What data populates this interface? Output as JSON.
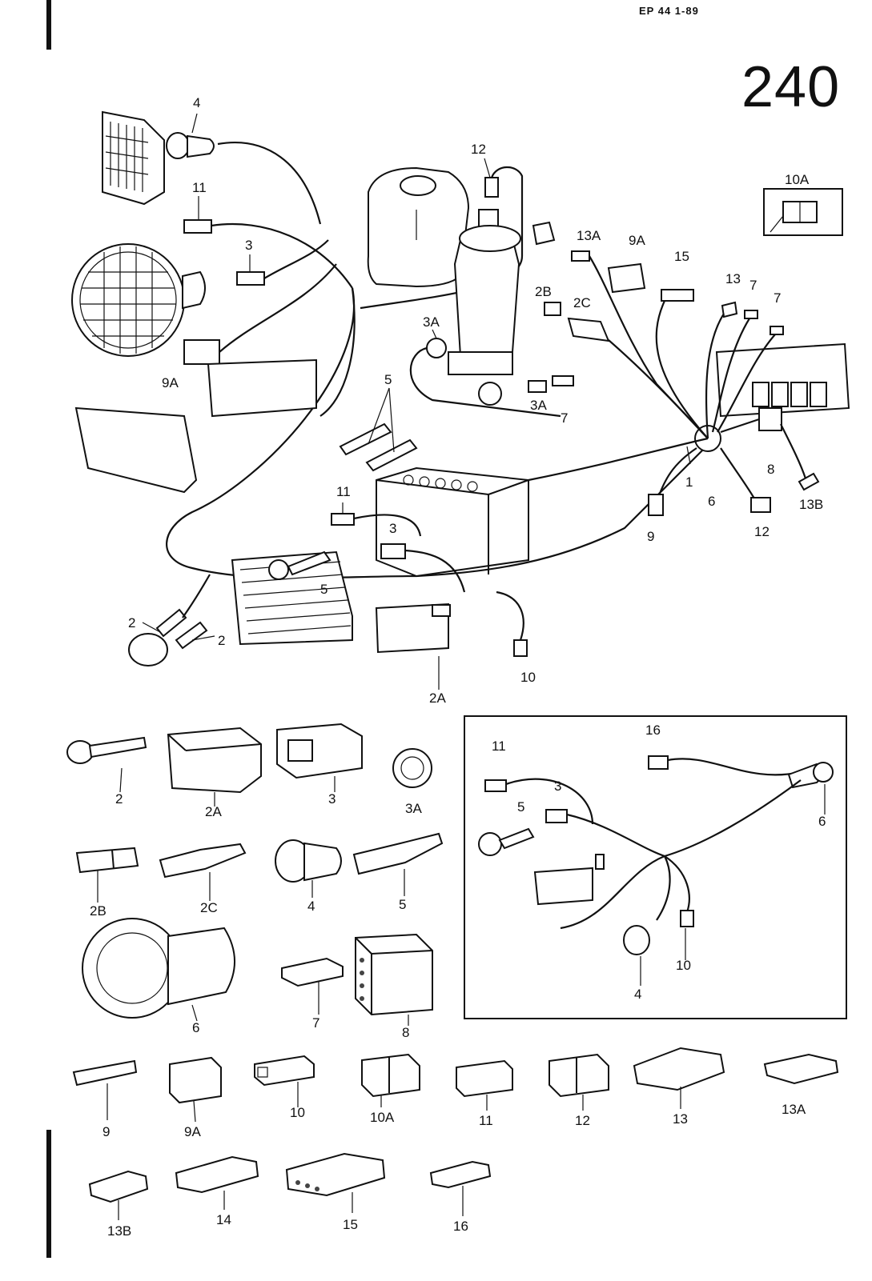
{
  "header": {
    "doc_code": "EP 44   1-89",
    "page_number": "240"
  },
  "labels": {
    "main_4": "4",
    "main_11": "11",
    "main_3": "3",
    "main_9A": "9A",
    "main_12": "12",
    "main_3A_top": "3A",
    "main_2B": "2B",
    "main_2C": "2C",
    "main_13A": "13A",
    "main_9A_right": "9A",
    "main_15": "15",
    "main_13": "13",
    "main_7a": "7",
    "main_7b": "7",
    "main_10A": "10A",
    "main_5": "5",
    "main_3A_mid": "3A",
    "main_7_mid": "7",
    "main_1": "1",
    "main_6": "6",
    "main_8": "8",
    "main_13B": "13B",
    "main_12b": "12",
    "main_9": "9",
    "main_11b": "11",
    "main_3b": "3",
    "main_5b": "5",
    "main_2a": "2",
    "main_2b": "2",
    "main_10": "10",
    "main_2A": "2A",
    "inset_16": "16",
    "inset_11": "11",
    "inset_3": "3",
    "inset_5": "5",
    "inset_6": "6",
    "inset_4": "4",
    "inset_10": "10",
    "p_2": "2",
    "p_2A": "2A",
    "p_3": "3",
    "p_3A": "3A",
    "p_2B": "2B",
    "p_2C": "2C",
    "p_4": "4",
    "p_5": "5",
    "p_6": "6",
    "p_7": "7",
    "p_8": "8",
    "p_9": "9",
    "p_9A": "9A",
    "p_10": "10",
    "p_10A": "10A",
    "p_11": "11",
    "p_12": "12",
    "p_13": "13",
    "p_13A": "13A",
    "p_13B": "13B",
    "p_14": "14",
    "p_15": "15",
    "p_16": "16"
  }
}
